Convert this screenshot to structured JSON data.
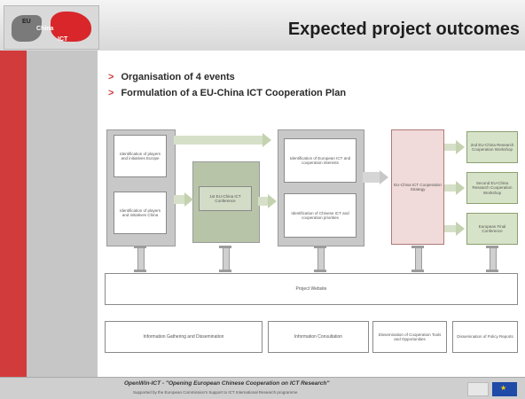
{
  "slide": {
    "title": "Expected project outcomes",
    "bullets": [
      "Organisation of 4 events",
      "Formulation of a EU-China ICT Cooperation Plan"
    ],
    "logo_text_top": "EU",
    "logo_text_china": "China",
    "logo_text_ict": "ICT"
  },
  "diagram": {
    "box_ident_a": "Identification of players and initiatives Europe",
    "box_ident_b": "Identification of players and initiatives China",
    "box_conference": "1st EU-China ICT Conference",
    "box_european": "Identification of European ICT and cooperation interests",
    "box_chinese": "Identification of Chinese ICT and cooperation priorities",
    "box_plan": "EU-China ICT Cooperation Strategy",
    "box_right1": "2nd EU-China Research Cooperation Workshop",
    "box_right2": "Second EU-China Research Cooperation Workshop",
    "box_right3": "European Final Conference",
    "box_website": "Project Website",
    "box_info": "Information Gathering and Dissemination",
    "box_consultation": "Information Consultation",
    "box_tools": "Dissemination of Cooperation Tools and Opportunities",
    "box_reports": "Dissemination of Policy Reports"
  },
  "footer": {
    "line1": "OpenWin-ICT - \"Opening European Chinese Cooperation on ICT Research\"",
    "line2": "Supported by the European Commission's Support to ICT International Research programme"
  },
  "colors": {
    "sidebar_red": "#d23b3b",
    "conference_green": "#d3dcc6",
    "plan_pink": "#f1dada",
    "right_green": "#d7e3c8"
  }
}
